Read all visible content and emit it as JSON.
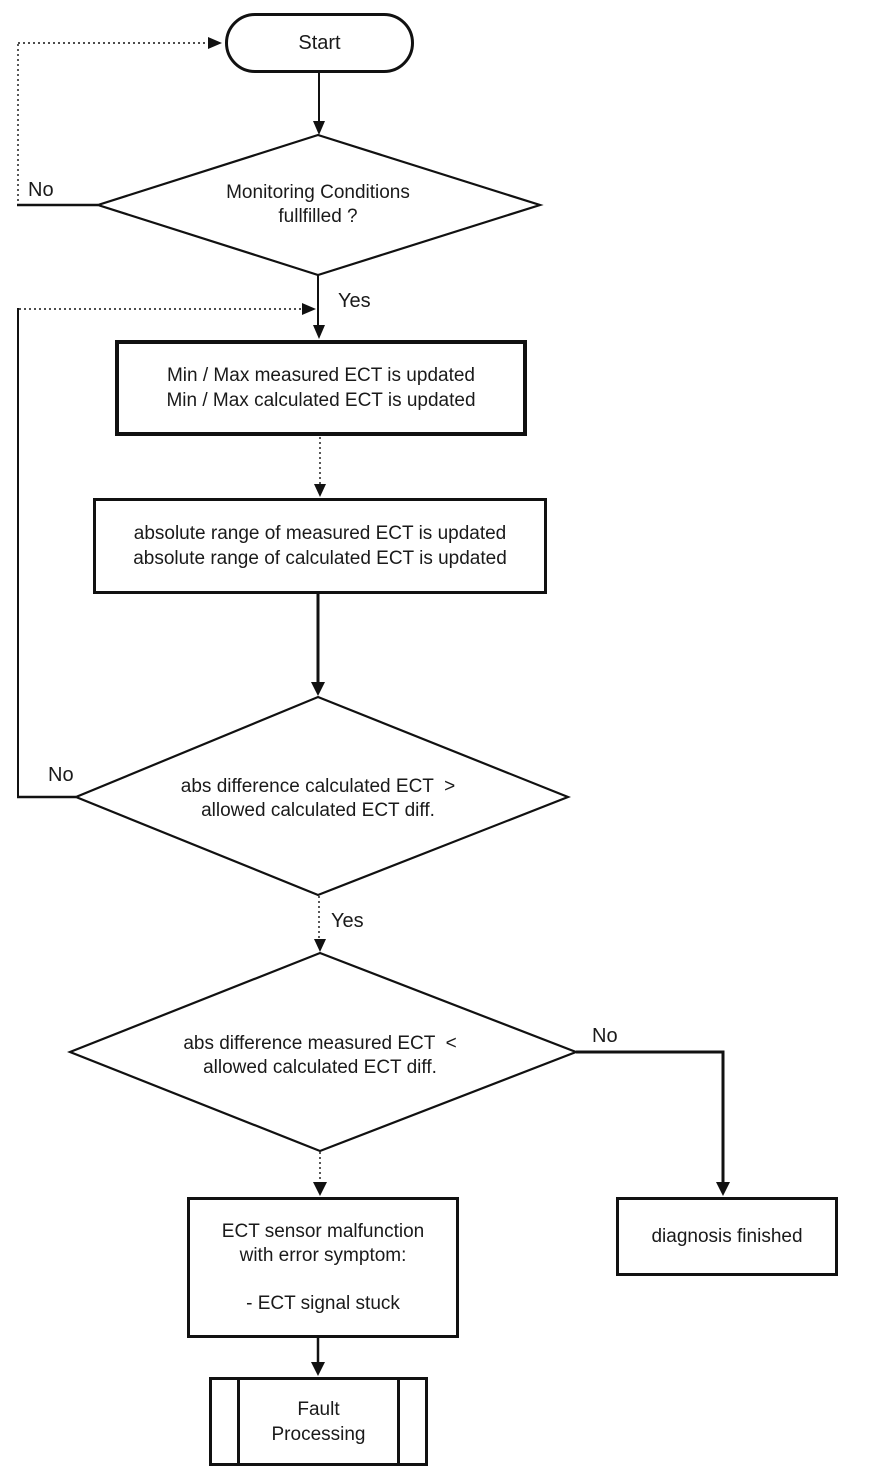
{
  "colors": {
    "line": "#111111",
    "background": "#ffffff",
    "text": "#1a1a1a"
  },
  "nodes": {
    "start": {
      "label": "Start"
    },
    "decision_monitoring": {
      "line1": "Monitoring Conditions",
      "line2": "fullfilled ?"
    },
    "process_minmax": {
      "line1": "Min / Max measured ECT is updated",
      "line2": "Min / Max calculated ECT is updated"
    },
    "process_absrange": {
      "line1": "absolute range of measured ECT is updated",
      "line2": "absolute range of calculated ECT is updated"
    },
    "decision_calculated": {
      "line1": "abs difference calculated ECT  >",
      "line2": "allowed calculated ECT diff."
    },
    "decision_measured": {
      "line1": "abs difference measured ECT  <",
      "line2": "allowed calculated ECT diff."
    },
    "malfunction": {
      "line1": "ECT sensor malfunction",
      "line2": "with error symptom:",
      "line3": "",
      "line4": "- ECT signal stuck"
    },
    "diagnosis_finished": {
      "label": "diagnosis finished"
    },
    "fault_processing": {
      "line1": "Fault",
      "line2": "Processing"
    }
  },
  "edge_labels": {
    "no_monitoring": "No",
    "yes_monitoring": "Yes",
    "no_calculated": "No",
    "yes_calculated": "Yes",
    "no_measured": "No"
  }
}
